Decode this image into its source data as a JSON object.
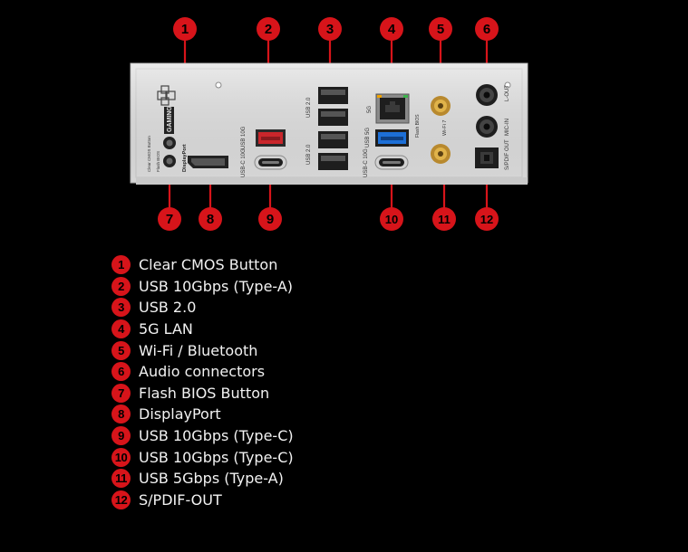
{
  "colors": {
    "background": "#000000",
    "callout": "#d7141a",
    "plate": "#e4e4e4",
    "text": "#f2f2f2"
  },
  "callouts": [
    "1",
    "2",
    "3",
    "4",
    "5",
    "6",
    "7",
    "8",
    "9",
    "10",
    "11",
    "12"
  ],
  "plate_labels": {
    "gaming": "GAMING",
    "displayport": "DisplayPort",
    "flash_bios": "Flash BIOS",
    "clear_cmos_small": "Clear CMOS Button",
    "usb_10g": "USB 10G",
    "usbc_10g_left": "USB-C 10G",
    "usb20_a": "USB 2.0",
    "usb20_b": "USB 2.0",
    "lan_5g": "5G",
    "usb_5g": "USB 5G",
    "usbc_10g_right": "USB-C 10G",
    "wifi": "Wi-Fi 7",
    "lout": "L-OUT",
    "micin": "MIC-IN",
    "spdif": "S/PDIF OUT"
  },
  "legend": [
    {
      "num": "1",
      "label": "Clear CMOS Button"
    },
    {
      "num": "2",
      "label": "USB 10Gbps (Type-A)"
    },
    {
      "num": "3",
      "label": "USB 2.0"
    },
    {
      "num": "4",
      "label": "5G LAN"
    },
    {
      "num": "5",
      "label": "Wi-Fi / Bluetooth"
    },
    {
      "num": "6",
      "label": "Audio connectors"
    },
    {
      "num": "7",
      "label": "Flash BIOS Button"
    },
    {
      "num": "8",
      "label": "DisplayPort"
    },
    {
      "num": "9",
      "label": "USB 10Gbps (Type-C)"
    },
    {
      "num": "10",
      "label": "USB 10Gbps (Type-C)"
    },
    {
      "num": "11",
      "label": "USB 5Gbps (Type-A)"
    },
    {
      "num": "12",
      "label": "S/PDIF-OUT"
    }
  ]
}
